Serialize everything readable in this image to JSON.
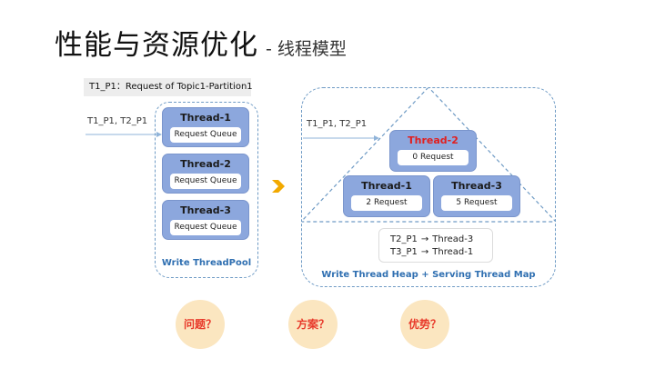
{
  "header": {
    "title": "性能与资源优化",
    "subtitle": "- 线程模型"
  },
  "note": "T1_P1：Request of Topic1-Partition1",
  "left": {
    "arrow_label": "T1_P1, T2_P1",
    "threads": [
      {
        "title": "Thread-1",
        "queue": "Request Queue"
      },
      {
        "title": "Thread-2",
        "queue": "Request Queue"
      },
      {
        "title": "Thread-3",
        "queue": "Request Queue"
      }
    ],
    "caption": "Write ThreadPool"
  },
  "transition_icon": "chevron-right-icon",
  "right": {
    "arrow_label": "T1_P1, T2_P1",
    "top": {
      "title": "Thread-2",
      "requests": "0 Request"
    },
    "bottom_left": {
      "title": "Thread-1",
      "requests": "2 Request"
    },
    "bottom_right": {
      "title": "Thread-3",
      "requests": "5 Request"
    },
    "map": [
      {
        "key": "T2_P1",
        "arrow": "→",
        "value": "Thread-3"
      },
      {
        "key": "T3_P1",
        "arrow": "→",
        "value": "Thread-1"
      }
    ],
    "caption": "Write Thread Heap + Serving Thread Map"
  },
  "questions": [
    "问题？",
    "方案？",
    "优势？"
  ],
  "colors": {
    "card_fill": "#8ca7dd",
    "dashed_border": "#6f9bc5",
    "caption_blue": "#2f6fb1",
    "highlight_red": "#e02020",
    "circle_fill": "#fbe6c0",
    "chevron": "#f2a900"
  }
}
